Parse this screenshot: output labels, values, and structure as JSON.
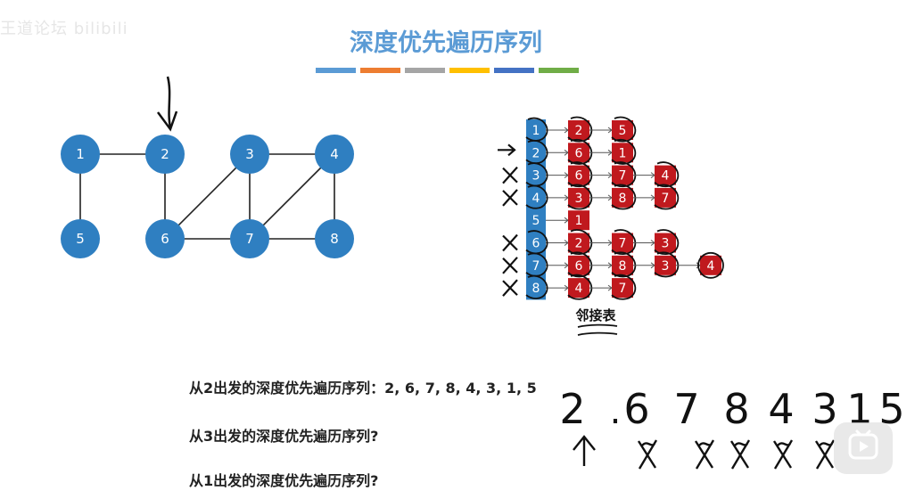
{
  "watermark": "王道论坛 bilibili",
  "title": "深度优先遍历序列",
  "colors": {
    "node": "#2f7fc1",
    "adj_head": "#2f7fc1",
    "adj_node": "#c0191e",
    "ink": "#111111",
    "title": "#5b9bd5",
    "stripes": [
      "#5b9bd5",
      "#ed7d31",
      "#a5a5a5",
      "#ffc000",
      "#4472c4",
      "#70ad47"
    ]
  },
  "graph": {
    "nodes": [
      "1",
      "2",
      "3",
      "4",
      "5",
      "6",
      "7",
      "8"
    ],
    "edges": [
      [
        "1",
        "2"
      ],
      [
        "1",
        "5"
      ],
      [
        "2",
        "6"
      ],
      [
        "6",
        "3"
      ],
      [
        "6",
        "7"
      ],
      [
        "3",
        "7"
      ],
      [
        "3",
        "4"
      ],
      [
        "7",
        "4"
      ],
      [
        "7",
        "8"
      ],
      [
        "4",
        "8"
      ]
    ],
    "start_marker": "2"
  },
  "adjacency": {
    "caption": "邻接表",
    "rows": [
      {
        "head": "1",
        "neighbors": [
          "2",
          "5"
        ]
      },
      {
        "head": "2",
        "neighbors": [
          "6",
          "1"
        ]
      },
      {
        "head": "3",
        "neighbors": [
          "6",
          "7",
          "4"
        ]
      },
      {
        "head": "4",
        "neighbors": [
          "3",
          "8",
          "7"
        ]
      },
      {
        "head": "5",
        "neighbors": [
          "1"
        ]
      },
      {
        "head": "6",
        "neighbors": [
          "2",
          "7",
          "3"
        ]
      },
      {
        "head": "7",
        "neighbors": [
          "6",
          "8",
          "3",
          "4"
        ]
      },
      {
        "head": "8",
        "neighbors": [
          "4",
          "7"
        ]
      }
    ]
  },
  "questions": [
    "从2出发的深度优先遍历序列：2, 6, 7, 8, 4, 3, 1, 5",
    "从3出发的深度优先遍历序列?",
    "从1出发的深度优先遍历序列?"
  ],
  "handwritten_sequence": [
    "2",
    ".",
    "6",
    "7",
    "8",
    "4",
    "3",
    "1",
    "5"
  ],
  "player": {
    "play_icon": "play-icon"
  }
}
